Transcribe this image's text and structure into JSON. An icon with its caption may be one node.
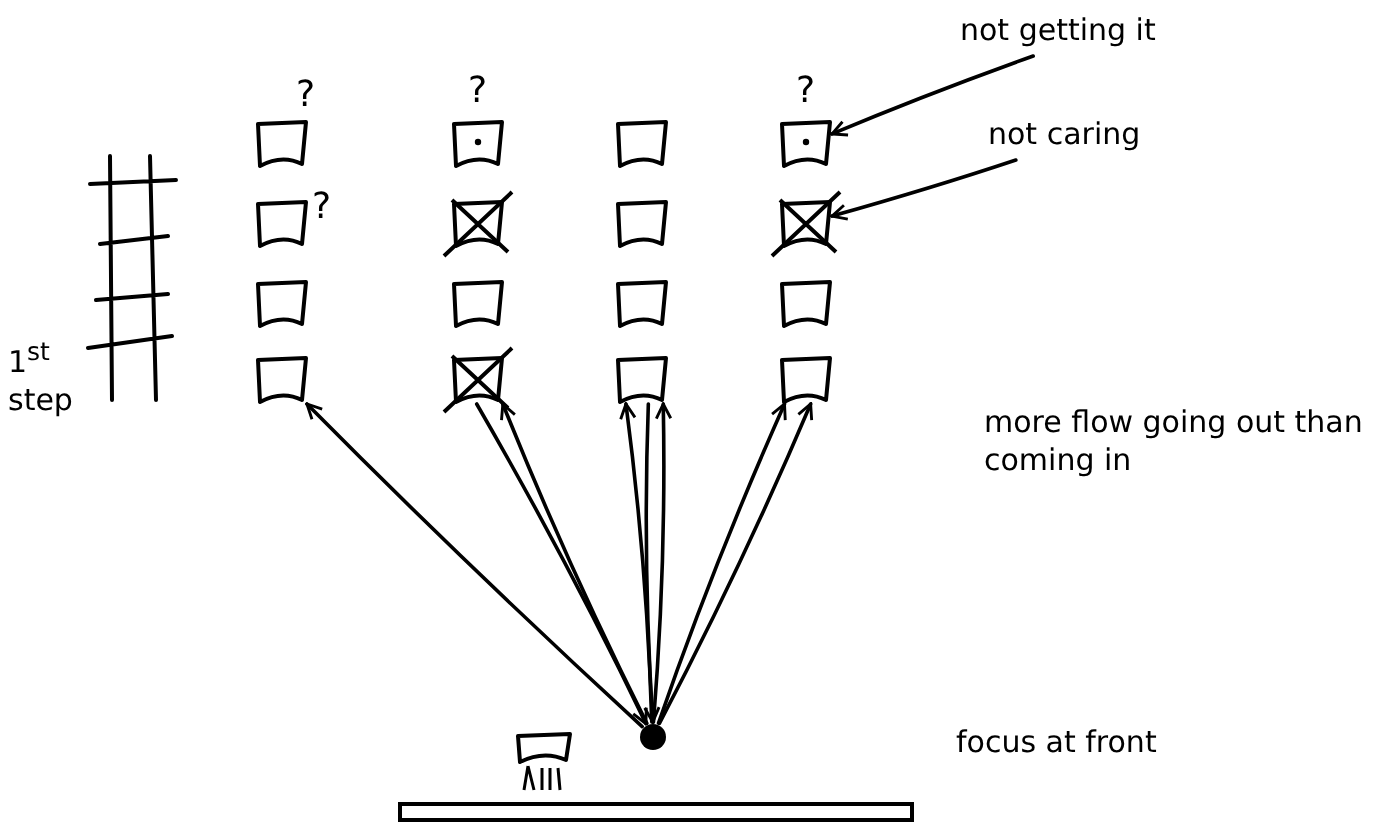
{
  "diagram": {
    "nodes": [
      {
        "text": [],
        "shape": "box",
        "beside": [
          "?"
        ]
      },
      {
        "text": [],
        "shape": "box",
        "beside": [
          "?"
        ]
      },
      {
        "text": [],
        "shape": "box"
      },
      {
        "text": [],
        "shape": "box",
        "beside": [
          "?"
        ]
      },
      {
        "text": [],
        "shape": "box",
        "beside": [
          "?"
        ]
      },
      {
        "text": [],
        "shape": "box"
      },
      {
        "text": [],
        "shape": "box"
      },
      {
        "text": [],
        "shape": "box"
      },
      {
        "text": [],
        "shape": "box"
      },
      {
        "text": [],
        "shape": "box"
      },
      {
        "text": [],
        "shape": "box"
      },
      {
        "text": [],
        "shape": "box"
      },
      {
        "text": [],
        "shape": "box"
      },
      {
        "text": [],
        "shape": "box"
      },
      {
        "text": [],
        "shape": "box"
      },
      {
        "text": [],
        "shape": "box"
      },
      {
        "text": [
          "not getting it"
        ]
      },
      {
        "text": [
          "not caring"
        ]
      },
      {
        "text": [],
        "shape": "circle"
      },
      {
        "text": [],
        "shape": "box"
      }
    ],
    "edges": [
      {
        "from": 18,
        "to": 12,
        "arrow": "to"
      },
      {
        "from": 13,
        "to": 18,
        "arrow": "to"
      },
      {
        "from": 18,
        "to": 13,
        "arrow": "to"
      },
      {
        "from": 18,
        "to": 14,
        "arrow": "to"
      },
      {
        "from": 14,
        "to": 18,
        "arrow": "to"
      },
      {
        "from": 18,
        "to": 14,
        "arrow": "to"
      },
      {
        "from": 18,
        "to": 15,
        "arrow": "to"
      },
      {
        "from": 18,
        "to": 15,
        "arrow": "to"
      },
      {
        "from": 16,
        "to": 3,
        "arrow": "to"
      },
      {
        "from": 17,
        "to": 7,
        "arrow": "to"
      }
    ],
    "labels": [
      "1$^{st}$ step",
      "more flow going out than coming in",
      "focus at front"
    ]
  }
}
